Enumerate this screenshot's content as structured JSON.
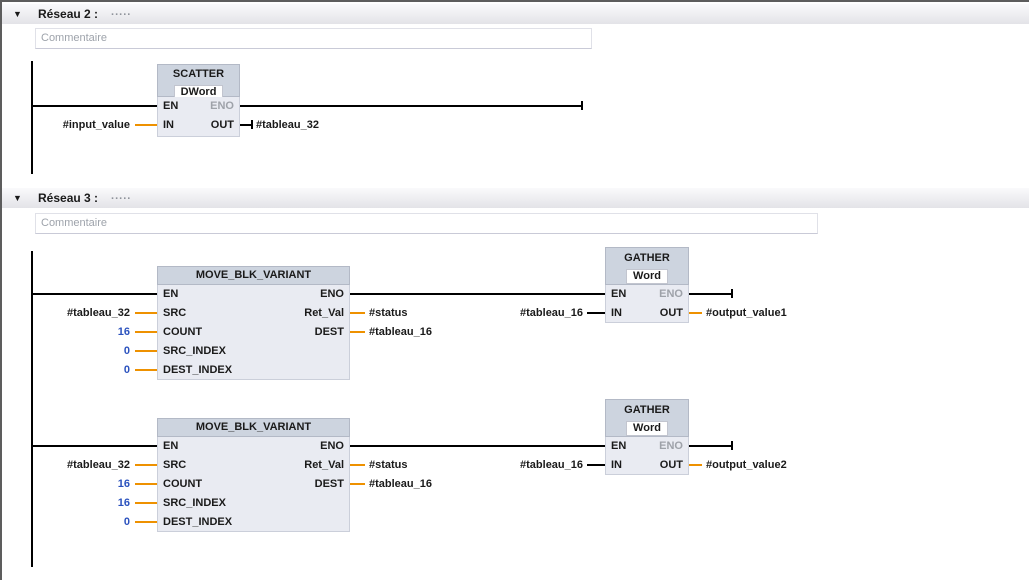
{
  "chrome": {
    "collapse_icon": "▼"
  },
  "colors": {
    "wire_black": "#000000",
    "wire_orange": "#ee9100",
    "constant_blue": "#2b52be",
    "block_header_bg": "#cdd4df",
    "block_body_bg": "#e9ebf2"
  },
  "networks": [
    {
      "title": "Réseau 2 :",
      "title_placeholder": ".....",
      "comment_placeholder": "Commentaire",
      "blocks": {
        "scatter": {
          "title": "SCATTER",
          "type": "DWord",
          "pins": {
            "en": "EN",
            "eno": "ENO",
            "in": "IN",
            "out": "OUT"
          },
          "operands": {
            "in": "#input_value",
            "out": "#tableau_32"
          }
        }
      }
    },
    {
      "title": "Réseau 3 :",
      "title_placeholder": ".....",
      "comment_placeholder": "Commentaire",
      "blocks": {
        "move1": {
          "title": "MOVE_BLK_VARIANT",
          "pins": {
            "en": "EN",
            "src": "SRC",
            "count": "COUNT",
            "src_index": "SRC_INDEX",
            "dest_index": "DEST_INDEX",
            "eno": "ENO",
            "ret_val": "Ret_Val",
            "dest": "DEST"
          },
          "operands": {
            "src": "#tableau_32",
            "count": "16",
            "src_index": "0",
            "dest_index": "0",
            "ret_val": "#status",
            "dest": "#tableau_16"
          }
        },
        "gather1": {
          "title": "GATHER",
          "type": "Word",
          "pins": {
            "en": "EN",
            "eno": "ENO",
            "in": "IN",
            "out": "OUT"
          },
          "operands": {
            "in": "#tableau_16",
            "out": "#output_value1"
          }
        },
        "move2": {
          "title": "MOVE_BLK_VARIANT",
          "pins": {
            "en": "EN",
            "src": "SRC",
            "count": "COUNT",
            "src_index": "SRC_INDEX",
            "dest_index": "DEST_INDEX",
            "eno": "ENO",
            "ret_val": "Ret_Val",
            "dest": "DEST"
          },
          "operands": {
            "src": "#tableau_32",
            "count": "16",
            "src_index": "16",
            "dest_index": "0",
            "ret_val": "#status",
            "dest": "#tableau_16"
          }
        },
        "gather2": {
          "title": "GATHER",
          "type": "Word",
          "pins": {
            "en": "EN",
            "eno": "ENO",
            "in": "IN",
            "out": "OUT"
          },
          "operands": {
            "in": "#tableau_16",
            "out": "#output_value2"
          }
        }
      }
    }
  ]
}
